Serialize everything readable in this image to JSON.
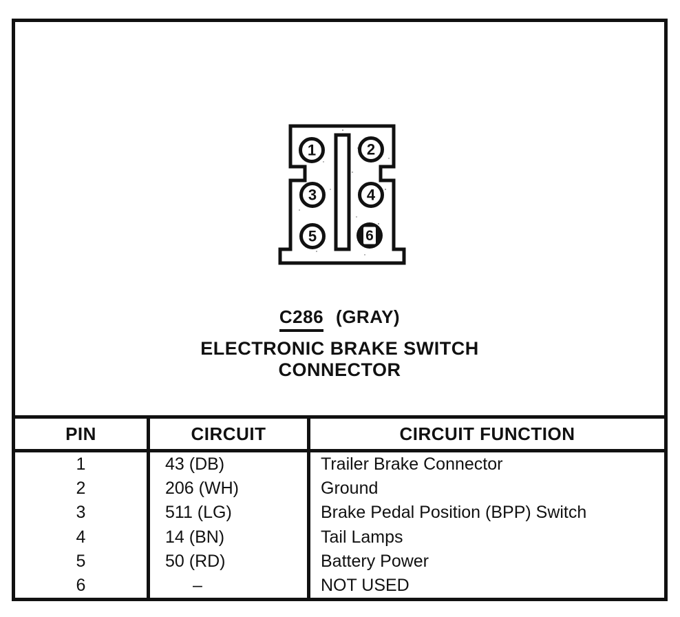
{
  "figure": {
    "connector": {
      "id_label": "C286",
      "color_label": "(GRAY)",
      "name_line1": "ELECTRONIC BRAKE SWITCH",
      "name_line2": "CONNECTOR",
      "pins": [
        {
          "label": "1"
        },
        {
          "label": "2"
        },
        {
          "label": "3"
        },
        {
          "label": "4"
        },
        {
          "label": "5"
        },
        {
          "label": "6"
        }
      ]
    }
  },
  "table": {
    "headers": [
      "PIN",
      "CIRCUIT",
      "CIRCUIT FUNCTION"
    ],
    "rows": [
      {
        "pin": "1",
        "circuit": "43 (DB)",
        "function": "Trailer Brake Connector"
      },
      {
        "pin": "2",
        "circuit": "206 (WH)",
        "function": "Ground"
      },
      {
        "pin": "3",
        "circuit": "511 (LG)",
        "function": "Brake Pedal Position (BPP) Switch"
      },
      {
        "pin": "4",
        "circuit": "14 (BN)",
        "function": "Tail Lamps"
      },
      {
        "pin": "5",
        "circuit": "50 (RD)",
        "function": "Battery Power"
      },
      {
        "pin": "6",
        "circuit": "–",
        "function": "NOT USED"
      }
    ]
  },
  "colors": {
    "ink": "#111111",
    "paper": "#ffffff"
  }
}
